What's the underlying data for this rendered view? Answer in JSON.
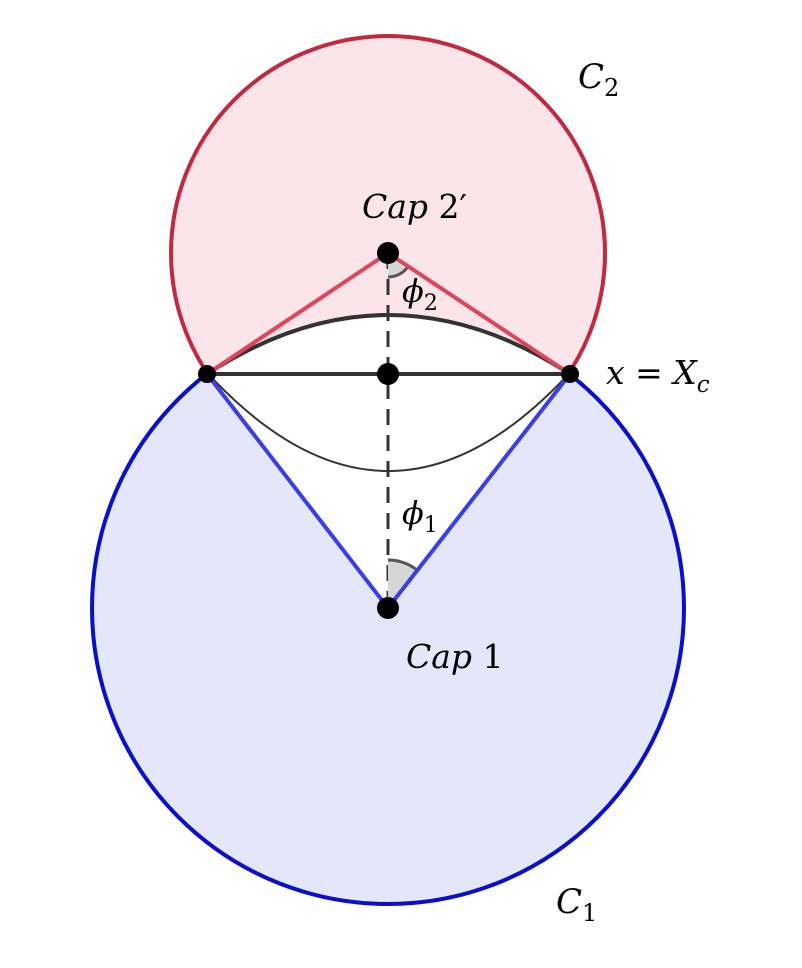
{
  "labels": {
    "c2": "C",
    "c2_sub": "2",
    "c1": "C",
    "c1_sub": "1",
    "cap2": "Cap",
    "cap2_num": " 2′",
    "cap1": "Cap",
    "cap1_num": " 1",
    "phi2": "ϕ",
    "phi2_sub": "2",
    "phi1": "ϕ",
    "phi1_sub": "1",
    "x_eq": "x = X",
    "x_eq_sub": "c"
  },
  "colors": {
    "c1_stroke": "#0a10c8",
    "c1_fill": "#e4e6fa",
    "c2_stroke": "#c02a3f",
    "c2_fill": "#fbe5ea",
    "c1_radius_line": "#3a3ee6",
    "c2_radius_line": "#e04458",
    "lens_stroke": "#333333",
    "angle_fill": "#d6d6d6",
    "dot": "#000000"
  }
}
